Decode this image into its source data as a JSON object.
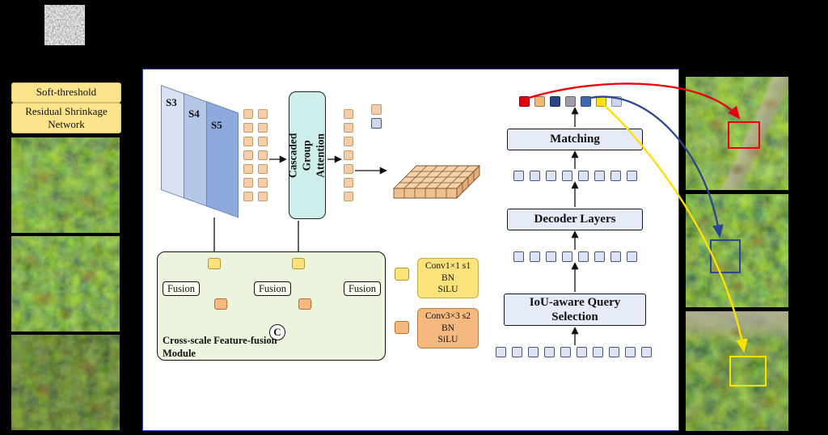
{
  "preprocess": {
    "soft_threshold": "Soft-threshold",
    "shrinkage_network": "Residual Shrinkage Network"
  },
  "backbone": {
    "s3": "S3",
    "s4": "S4",
    "s5": "S5",
    "column_rows": 7
  },
  "encoder": {
    "cga_label": "Cascaded Group Attention"
  },
  "fusion_module": {
    "title": "Cross-scale Feature-fusion Module",
    "fusion_label": "Fusion",
    "concat_label": "C"
  },
  "legend": {
    "conv1x1": {
      "l1": "Conv1×1 s1",
      "l2": "BN",
      "l3": "SiLU"
    },
    "conv3x3": {
      "l1": "Conv3×3 s2",
      "l2": "BN",
      "l3": "SiLU"
    }
  },
  "head": {
    "matching": "Matching",
    "decoder_layers": "Decoder Layers",
    "query_selection": "IoU-aware Query Selection",
    "matching_tokens": 8,
    "decoder_tokens": 8,
    "selection_tokens": 10
  },
  "queries": {
    "colors": [
      "#e3000e",
      "#f2b877",
      "#2c4386",
      "#9c9ea3",
      "#3f67b1",
      "#ffe10a",
      "#ccd7ef"
    ]
  },
  "colors": {
    "token": "#f5cda6",
    "row_token": "#dce3f5",
    "cga_fill": "#cdeeea",
    "module_fill": "#ecf4de",
    "conv1_fill": "#fbe27a",
    "conv3_fill": "#f5b97f",
    "head_box_fill": "#e6ebf8",
    "bbox_red": "#e8000b",
    "bbox_blue": "#2b4590",
    "bbox_yellow": "#ffe100"
  }
}
